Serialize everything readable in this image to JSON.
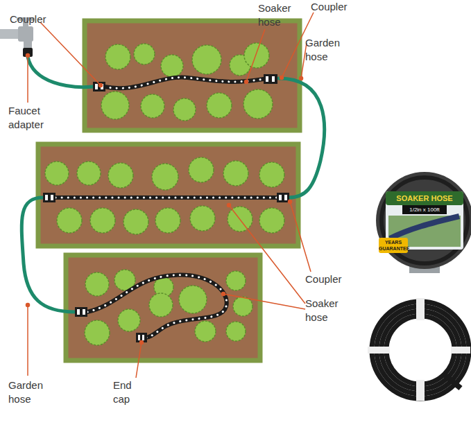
{
  "diagram": {
    "labels": [
      "Coupler",
      "Soaker hose",
      "Coupler",
      "Garden hose",
      "Faucet adapter",
      "SOAKER HOSE",
      "1/2in x 100ft",
      "YEARS GUARANTEE",
      "Coupler",
      "Soaker hose",
      "Garden hose",
      "End cap"
    ]
  }
}
